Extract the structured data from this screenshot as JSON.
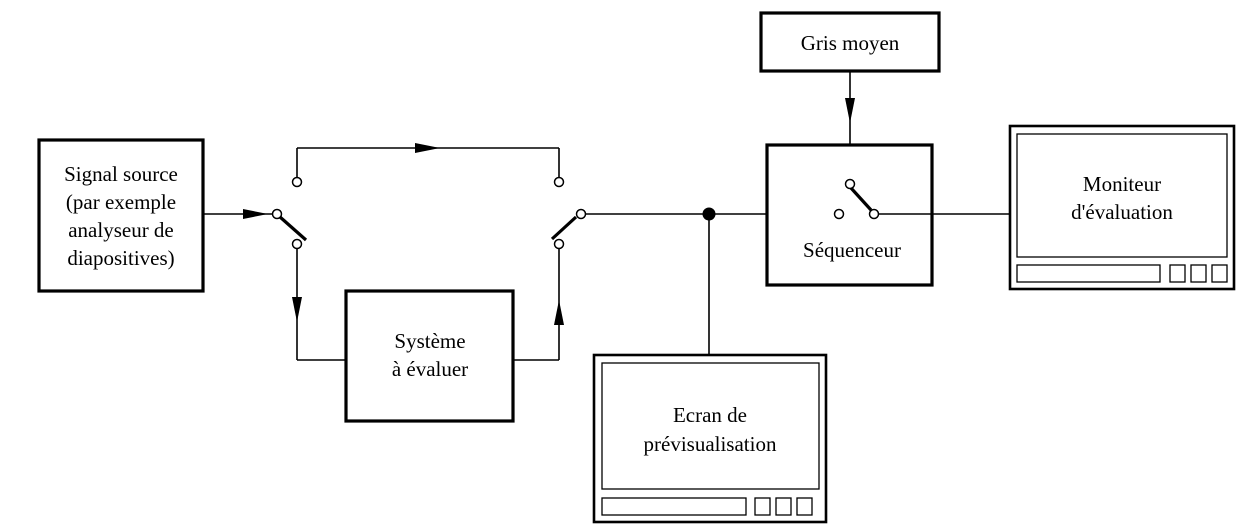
{
  "blocks": {
    "source": [
      "Signal source",
      "(par exemple",
      "analyseur de",
      "diapositives)"
    ],
    "system": [
      "Système",
      "à évaluer"
    ],
    "grey": [
      "Gris moyen"
    ],
    "sequencer": [
      "Séquenceur"
    ],
    "eval_monitor": [
      "Moniteur",
      "d'évaluation"
    ],
    "preview": [
      "Ecran de",
      "prévisualisation"
    ]
  }
}
